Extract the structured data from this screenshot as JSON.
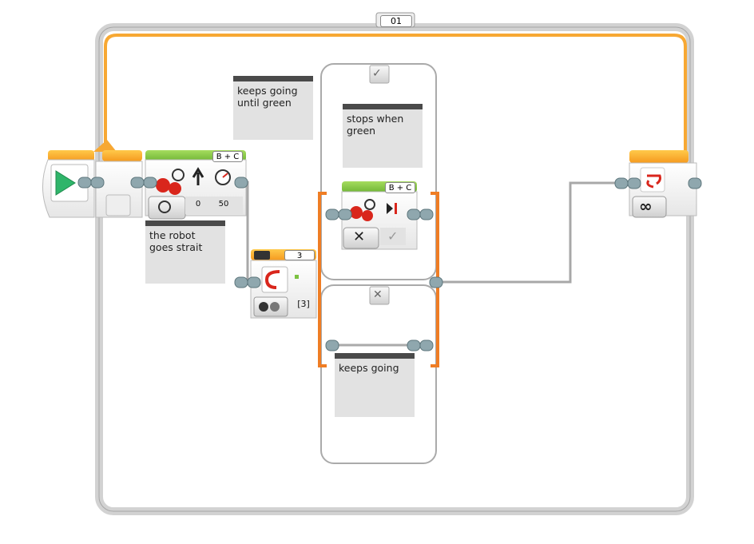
{
  "program": {
    "loop": {
      "name_label": "01",
      "mode_icon": "infinity-icon",
      "color": "#f7a833"
    },
    "start_block": {
      "icon": "play-icon"
    },
    "move_steering_1": {
      "ports": "B + C",
      "mode_icon": "on-rotation-icon",
      "steering": "0",
      "power": "50"
    },
    "wait_block": {
      "port_value": "3",
      "mode_icon": "color-sensor-change-icon",
      "output_label": "[3]"
    },
    "switch": {
      "true_case_icon": "check-icon",
      "false_case_icon": "cross-icon",
      "move_steering_2": {
        "ports": "B + C",
        "mode_icon": "off-icon",
        "brake_label_icon": "check-icon"
      }
    },
    "loop_end": {
      "mode_icon": "infinity-icon"
    }
  },
  "comments": [
    {
      "text": "keeps going until green"
    },
    {
      "text": "the robot goes strait"
    },
    {
      "text": "stops when green"
    },
    {
      "text": "keeps going"
    }
  ],
  "colors": {
    "flow_orange": "#f7a833",
    "switch_orange": "#ef7d24",
    "move_green": "#7cc242",
    "wire_gray": "#a8a8a8",
    "plug_teal": "#6e8a93"
  }
}
